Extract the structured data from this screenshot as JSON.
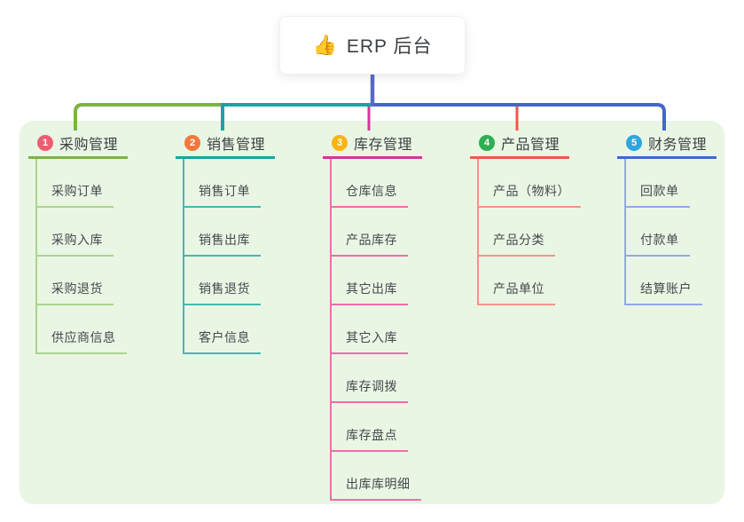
{
  "root": {
    "icon": "👍",
    "icon_name": "thumbs-up-icon",
    "label": "ERP 后台"
  },
  "branches": [
    {
      "number": "1",
      "label": "采购管理",
      "color": "#7cb342",
      "item_color": "#aad48f",
      "badge_color": "#f05d71",
      "items": [
        "采购订单",
        "采购入库",
        "采购退货",
        "供应商信息"
      ]
    },
    {
      "number": "2",
      "label": "销售管理",
      "color": "#14a6a0",
      "item_color": "#45b8b0",
      "badge_color": "#f3773b",
      "items": [
        "销售订单",
        "销售出库",
        "销售退货",
        "客户信息"
      ]
    },
    {
      "number": "3",
      "label": "库存管理",
      "color": "#d4359c",
      "item_color": "#ef6cad",
      "badge_color": "#f8b513",
      "items": [
        "仓库信息",
        "产品库存",
        "其它出库",
        "其它入库",
        "库存调拨",
        "库存盘点",
        "出库库明细"
      ]
    },
    {
      "number": "4",
      "label": "产品管理",
      "color": "#f2564c",
      "item_color": "#f5928b",
      "badge_color": "#2fae54",
      "items": [
        "产品（物料）",
        "产品分类",
        "产品单位"
      ]
    },
    {
      "number": "5",
      "label": "财务管理",
      "color": "#3e68ce",
      "item_color": "#93a7e7",
      "badge_color": "#2ea6de",
      "items": [
        "回款单",
        "付款单",
        "结算账户"
      ]
    }
  ],
  "connectors": {
    "root_stem": "#5b68c5",
    "left_green": "#7cb342",
    "mid_teal": "#14a6a0",
    "right_blue": "#4466cc",
    "drop_magenta": "#d4359c",
    "drop_red": "#f2564c"
  },
  "panel_color": "#e9f6e4"
}
